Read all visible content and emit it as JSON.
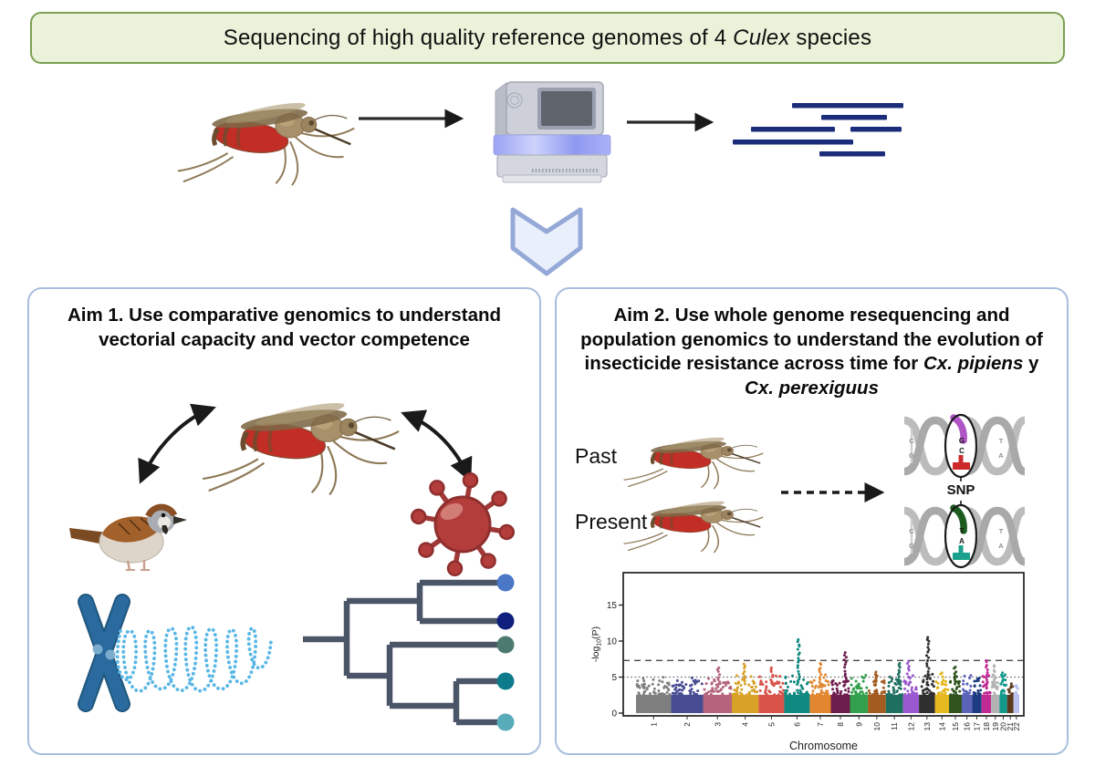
{
  "banner": {
    "prefix": "Sequencing of high quality reference genomes of 4 ",
    "species": "Culex",
    "suffix": " species"
  },
  "colors": {
    "banner_bg": "#eaf3da",
    "banner_border": "#7c9f52",
    "panel_border": "#a9bedf",
    "chevron_fill": "#e9effb",
    "chevron_border": "#95a9d8",
    "reads": "#1b2d7a"
  },
  "aim1": {
    "title": "Aim 1. Use comparative genomics to understand vectorial capacity and vector competence",
    "tree_tips": [
      "#4a77c6",
      "#101f7d",
      "#4d7a70",
      "#0e7b8c",
      "#58abb8"
    ]
  },
  "aim2": {
    "title_p1": "Aim 2. Use whole genome resequencing and population genomics to understand the evolution of insecticide resistance across time for ",
    "title_i1": "Cx. pipiens",
    "title_p2": " y ",
    "title_i2": "Cx. perexiguus",
    "past_label": "Past",
    "present_label": "Present",
    "snp": {
      "label": "SNP",
      "left_pair": [
        "C",
        "G"
      ],
      "right_pair": [
        "T",
        "A"
      ],
      "top_center": [
        "G",
        "C"
      ],
      "bottom_center": [
        "T",
        "A"
      ]
    }
  },
  "chart_data": {
    "type": "scatter",
    "subtype": "manhattan",
    "title": "",
    "xlabel": "Chromosome",
    "ylabel": "-log10(P)",
    "ylim": [
      0,
      19.5
    ],
    "yticks": [
      0,
      5,
      10,
      15
    ],
    "dashed_line": 7.3,
    "dotted_line": 5.0,
    "point_base_max": 2.55,
    "chromosomes": [
      {
        "chr": "1",
        "color": "#7f7f7f",
        "max": 5.0,
        "rel_width": 5.5,
        "peak_pos": 0.5
      },
      {
        "chr": "2",
        "color": "#474c93",
        "max": 5.3,
        "rel_width": 5.0,
        "peak_pos": 0.45
      },
      {
        "chr": "3",
        "color": "#b5647b",
        "max": 6.3,
        "rel_width": 4.5,
        "peak_pos": 0.55
      },
      {
        "chr": "4",
        "color": "#d8a127",
        "max": 6.8,
        "rel_width": 4.2,
        "peak_pos": 0.45
      },
      {
        "chr": "5",
        "color": "#d9534a",
        "max": 6.3,
        "rel_width": 4.0,
        "peak_pos": 0.5
      },
      {
        "chr": "6",
        "color": "#108980",
        "max": 10.2,
        "rel_width": 4.0,
        "peak_pos": 0.55
      },
      {
        "chr": "7",
        "color": "#e2862f",
        "max": 6.9,
        "rel_width": 3.3,
        "peak_pos": 0.5
      },
      {
        "chr": "8",
        "color": "#6d1d4e",
        "max": 8.4,
        "rel_width": 3.0,
        "peak_pos": 0.75
      },
      {
        "chr": "9",
        "color": "#32a04c",
        "max": 5.5,
        "rel_width": 2.8,
        "peak_pos": 0.4
      },
      {
        "chr": "10",
        "color": "#a35b1f",
        "max": 5.7,
        "rel_width": 2.8,
        "peak_pos": 0.45
      },
      {
        "chr": "11",
        "color": "#1e6f60",
        "max": 6.9,
        "rel_width": 2.7,
        "peak_pos": 0.8
      },
      {
        "chr": "12",
        "color": "#9b59d0",
        "max": 7.2,
        "rel_width": 2.5,
        "peak_pos": 0.35
      },
      {
        "chr": "13",
        "color": "#2f2f2f",
        "max": 10.5,
        "rel_width": 2.5,
        "peak_pos": 0.55
      },
      {
        "chr": "14",
        "color": "#e5b81f",
        "max": 5.6,
        "rel_width": 2.2,
        "peak_pos": 0.5
      },
      {
        "chr": "15",
        "color": "#31541f",
        "max": 6.4,
        "rel_width": 2.0,
        "peak_pos": 0.5
      },
      {
        "chr": "16",
        "color": "#5c63bb",
        "max": 5.3,
        "rel_width": 1.6,
        "peak_pos": 0.5
      },
      {
        "chr": "17",
        "color": "#1e3c82",
        "max": 4.9,
        "rel_width": 1.5,
        "peak_pos": 0.4
      },
      {
        "chr": "18",
        "color": "#c12a93",
        "max": 7.3,
        "rel_width": 1.5,
        "peak_pos": 0.5
      },
      {
        "chr": "19",
        "color": "#b3b3b3",
        "max": 6.6,
        "rel_width": 1.3,
        "peak_pos": 0.35
      },
      {
        "chr": "20",
        "color": "#12998b",
        "max": 5.6,
        "rel_width": 1.2,
        "peak_pos": 0.4
      },
      {
        "chr": "21",
        "color": "#5d3a1d",
        "max": 4.3,
        "rel_width": 1.0,
        "peak_pos": 0.5
      },
      {
        "chr": "22",
        "color": "#b9c2ef",
        "max": 4.0,
        "rel_width": 0.9,
        "peak_pos": 0.5
      }
    ]
  }
}
